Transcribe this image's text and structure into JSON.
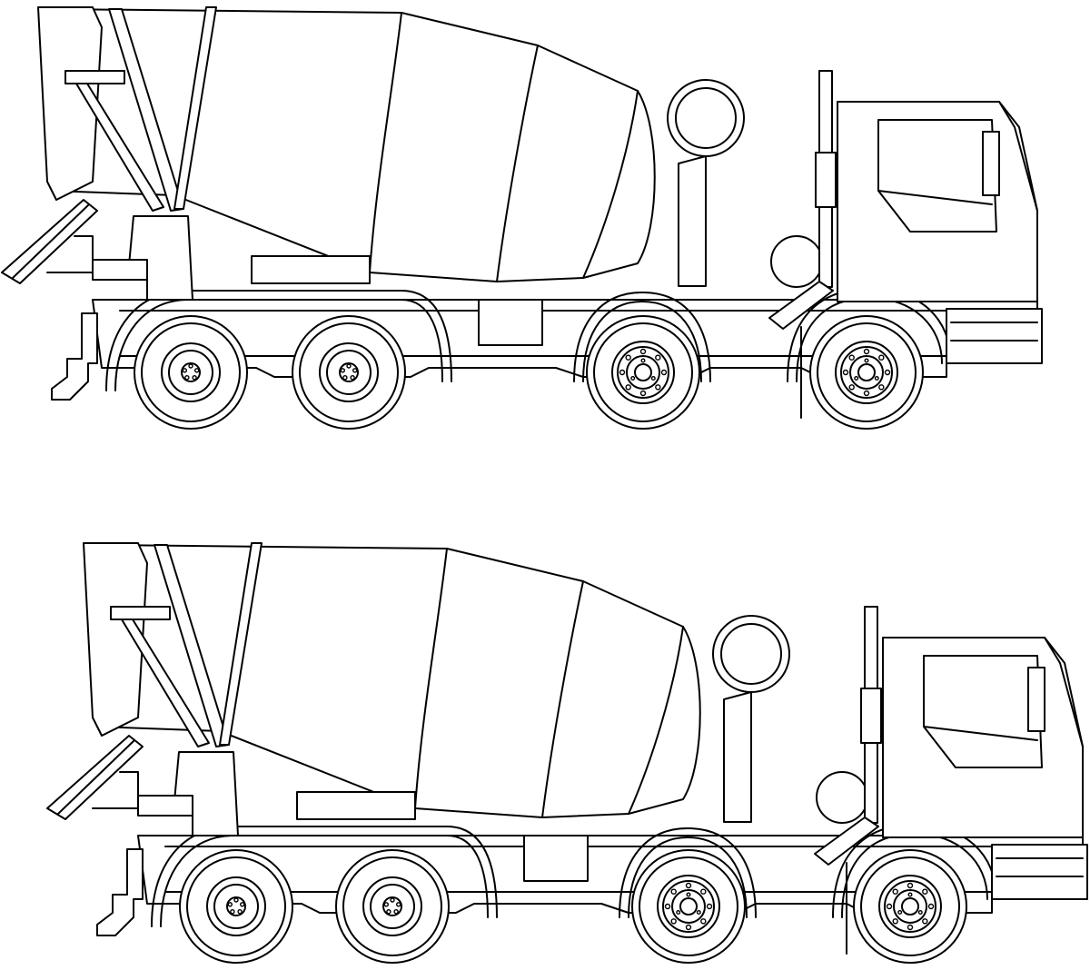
{
  "image": {
    "background": "#ffffff",
    "line_color": "#000000",
    "style": "line-art"
  },
  "drawings": [
    {
      "name": "concrete-mixer-truck-top",
      "axles": 4,
      "rear_hub": "plain",
      "front_hub": "studded"
    },
    {
      "name": "concrete-mixer-truck-bottom",
      "axles": 4,
      "rear_hub": "plain",
      "front_hub": "studded"
    }
  ]
}
